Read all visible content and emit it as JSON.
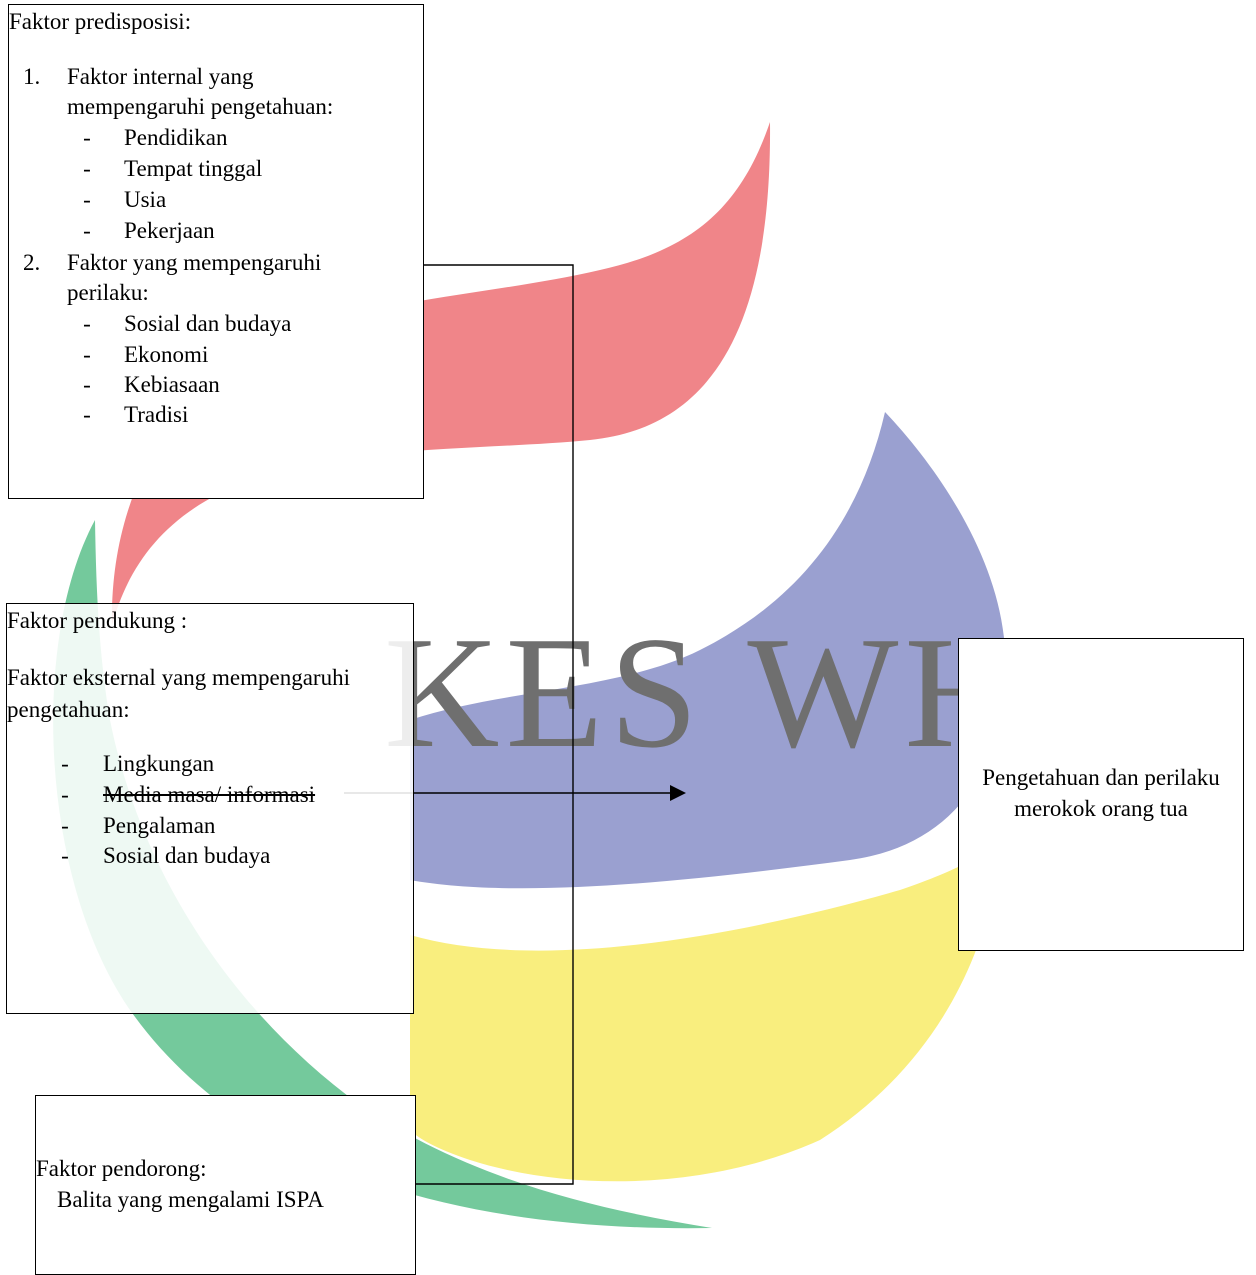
{
  "watermark": {
    "text": "KES WHS"
  },
  "boxes": {
    "predisposisi": {
      "title": "Faktor predisposisi:",
      "items": [
        {
          "num": "1.",
          "label_lines": [
            "Faktor internal yang",
            "mempengaruhi pengetahuan:"
          ],
          "subitems": [
            "Pendidikan",
            "Tempat tinggal",
            "Usia",
            "Pekerjaan"
          ]
        },
        {
          "num": "2.",
          "label_lines": [
            "Faktor yang mempengaruhi",
            "perilaku:"
          ],
          "subitems": [
            "Sosial dan budaya",
            "Ekonomi",
            "Kebiasaan",
            "Tradisi"
          ]
        }
      ]
    },
    "pendukung": {
      "title": "Faktor pendukung :",
      "subtitle_lines": [
        "Faktor eksternal yang mempengaruhi",
        "pengetahuan:"
      ],
      "subitems": [
        "Lingkungan",
        "Media masa/ informasi",
        "Pengalaman",
        "Sosial dan budaya"
      ]
    },
    "pendorong": {
      "title": "Faktor pendorong:",
      "detail": "Balita yang mengalami ISPA"
    },
    "hasil": {
      "lines": [
        "Pengetahuan dan perilaku",
        "merokok orang tua"
      ]
    }
  },
  "dash_glyph": "-",
  "colors": {
    "swoosh_red": "#f08589",
    "swoosh_blue": "#9aa0d0",
    "swoosh_yellow": "#f9ee7e",
    "swoosh_green": "#74c99c",
    "watermark_text": "#6f6f6f"
  }
}
